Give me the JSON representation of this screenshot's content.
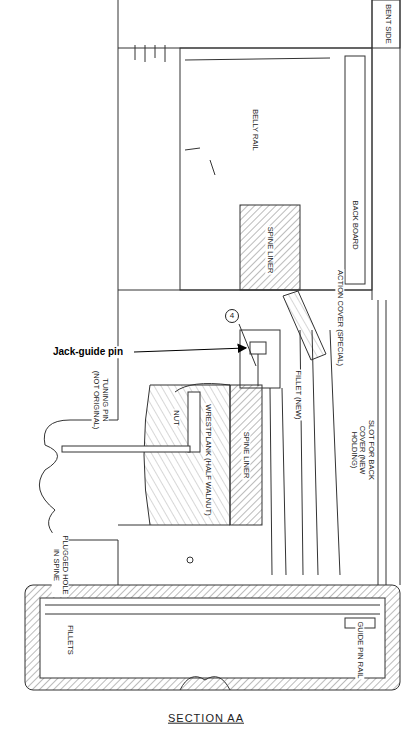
{
  "diagram": {
    "caption": "SECTION AA",
    "labels": [
      "BENT SIDE",
      "BELLY RAIL",
      "BACK BOARD",
      "SPINE LINER",
      "ACTION COVER (SPECIAL)",
      "FILLET (NEW)",
      "SLOT FOR BACK COVER (NEW HOLDING)",
      "4",
      "Jack-guide pin",
      "TUNING PIN (NOT ORIGINAL)",
      "NUT",
      "WRESTPLANK (HALF WALNUT)",
      "SPINE LINER",
      "PLUGGED HOLE IN SPINE",
      "FILLETS",
      "GUIDE PIN RAIL"
    ]
  }
}
